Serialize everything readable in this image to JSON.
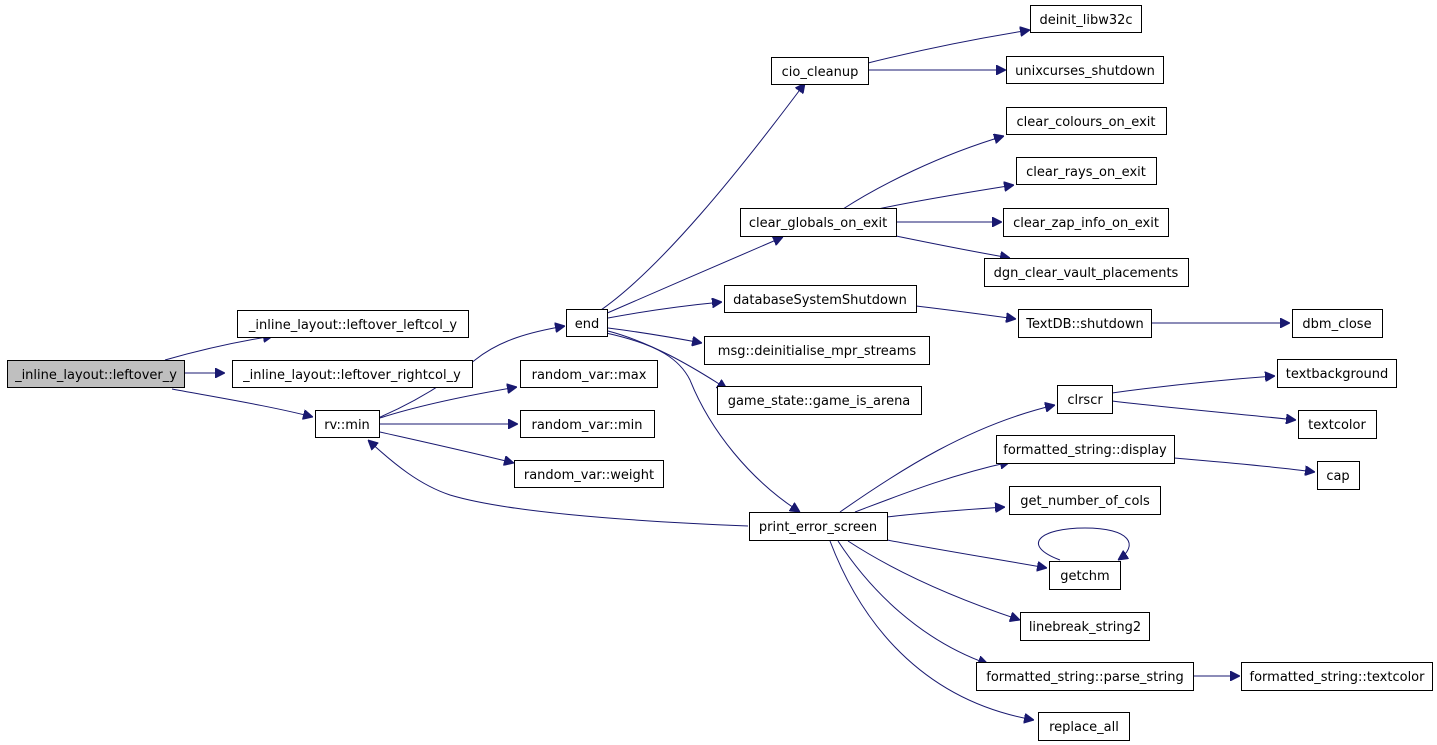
{
  "colors": {
    "edge": "#191970",
    "node_border": "#000000",
    "node_fill": "#ffffff",
    "root_fill": "#bfbfbf"
  },
  "nodes": {
    "root": "_inline_layout::leftover_y",
    "leftover_leftcol_y": "_inline_layout::leftover_leftcol_y",
    "leftover_rightcol_y": "_inline_layout::leftover_rightcol_y",
    "rv_min": "rv::min",
    "end": "end",
    "rv_max": "random_var::max",
    "rv_min2": "random_var::min",
    "rv_weight": "random_var::weight",
    "cio_cleanup": "cio_cleanup",
    "deinit_libw32c": "deinit_libw32c",
    "unixcurses_shutdown": "unixcurses_shutdown",
    "clear_globals_on_exit": "clear_globals_on_exit",
    "clear_colours_on_exit": "clear_colours_on_exit",
    "clear_rays_on_exit": "clear_rays_on_exit",
    "clear_zap_info_on_exit": "clear_zap_info_on_exit",
    "dgn_clear_vault_placements": "dgn_clear_vault_placements",
    "databaseSystemShutdown": "databaseSystemShutdown",
    "textdb_shutdown": "TextDB::shutdown",
    "dbm_close": "dbm_close",
    "msg_deinit": "msg::deinitialise_mpr_streams",
    "game_is_arena": "game_state::game_is_arena",
    "print_error_screen": "print_error_screen",
    "clrscr": "clrscr",
    "textbackground": "textbackground",
    "textcolor": "textcolor",
    "fs_display": "formatted_string::display",
    "cap": "cap",
    "get_number_of_cols": "get_number_of_cols",
    "getchm": "getchm",
    "linebreak_string2": "linebreak_string2",
    "fs_parse_string": "formatted_string::parse_string",
    "fs_textcolor": "formatted_string::textcolor",
    "replace_all": "replace_all"
  }
}
